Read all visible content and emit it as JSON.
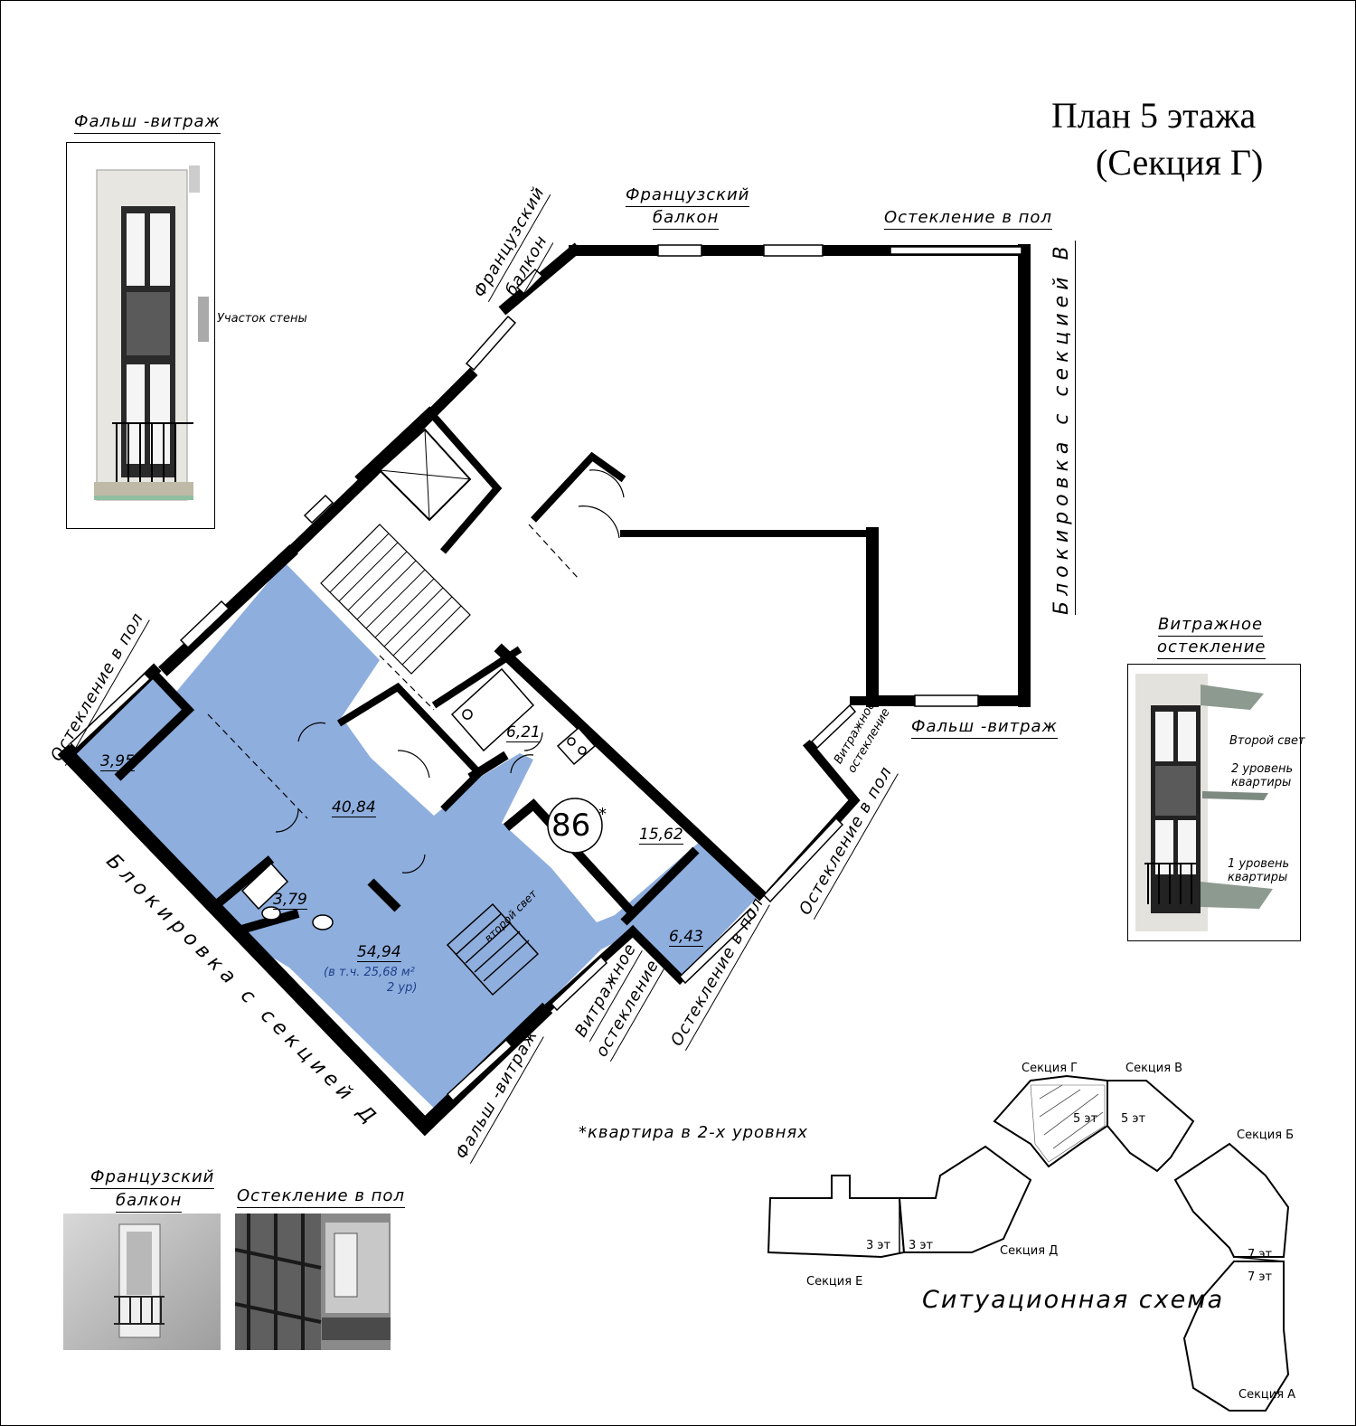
{
  "title": {
    "line1": "План 5 этажа",
    "line2": "(Секция Г)"
  },
  "labels": {
    "false_window": "Фальш -витраж",
    "french_balcony_line1": "Французский",
    "french_balcony_line2": "балкон",
    "floor_glazing": "Остекление в пол",
    "vitrage_line1": "Витражное",
    "vitrage_line2": "остекление",
    "block_v": "Блокировка с секцией В",
    "block_d": "Блокировка с секцией Д",
    "wall_part": "Участок стены",
    "second_light": "Второй свет",
    "level2_line1": "2 уровень",
    "level2_line2": "квартиры",
    "level1_line1": "1 уровень",
    "level1_line2": "квартиры",
    "second_light_plan": "второй свет",
    "footnote": "*квартира в 2-х уровнях"
  },
  "apartment": {
    "number": "86",
    "mark": "*",
    "rooms": [
      "3,95",
      "40,84",
      "3,79",
      "54,94",
      "6,21",
      "15,62",
      "6,43"
    ],
    "note_line1": "(в т.ч. 25,68 м²",
    "note_line2": "2 ур)"
  },
  "schema": {
    "title": "Ситуационная схема",
    "sections": [
      "Секция Г",
      "Секция В",
      "Секция Б",
      "Секция А",
      "Секция Д",
      "Секция Е"
    ],
    "floors": {
      "g": "5 эт",
      "v": "5 эт",
      "d": "3 эт",
      "e": "3 эт",
      "b": "7 эт",
      "a": "7 эт"
    }
  },
  "colors": {
    "apartment_fill": "#8eaede",
    "wall": "#000000",
    "glass_dark": "#5a5a5a"
  }
}
